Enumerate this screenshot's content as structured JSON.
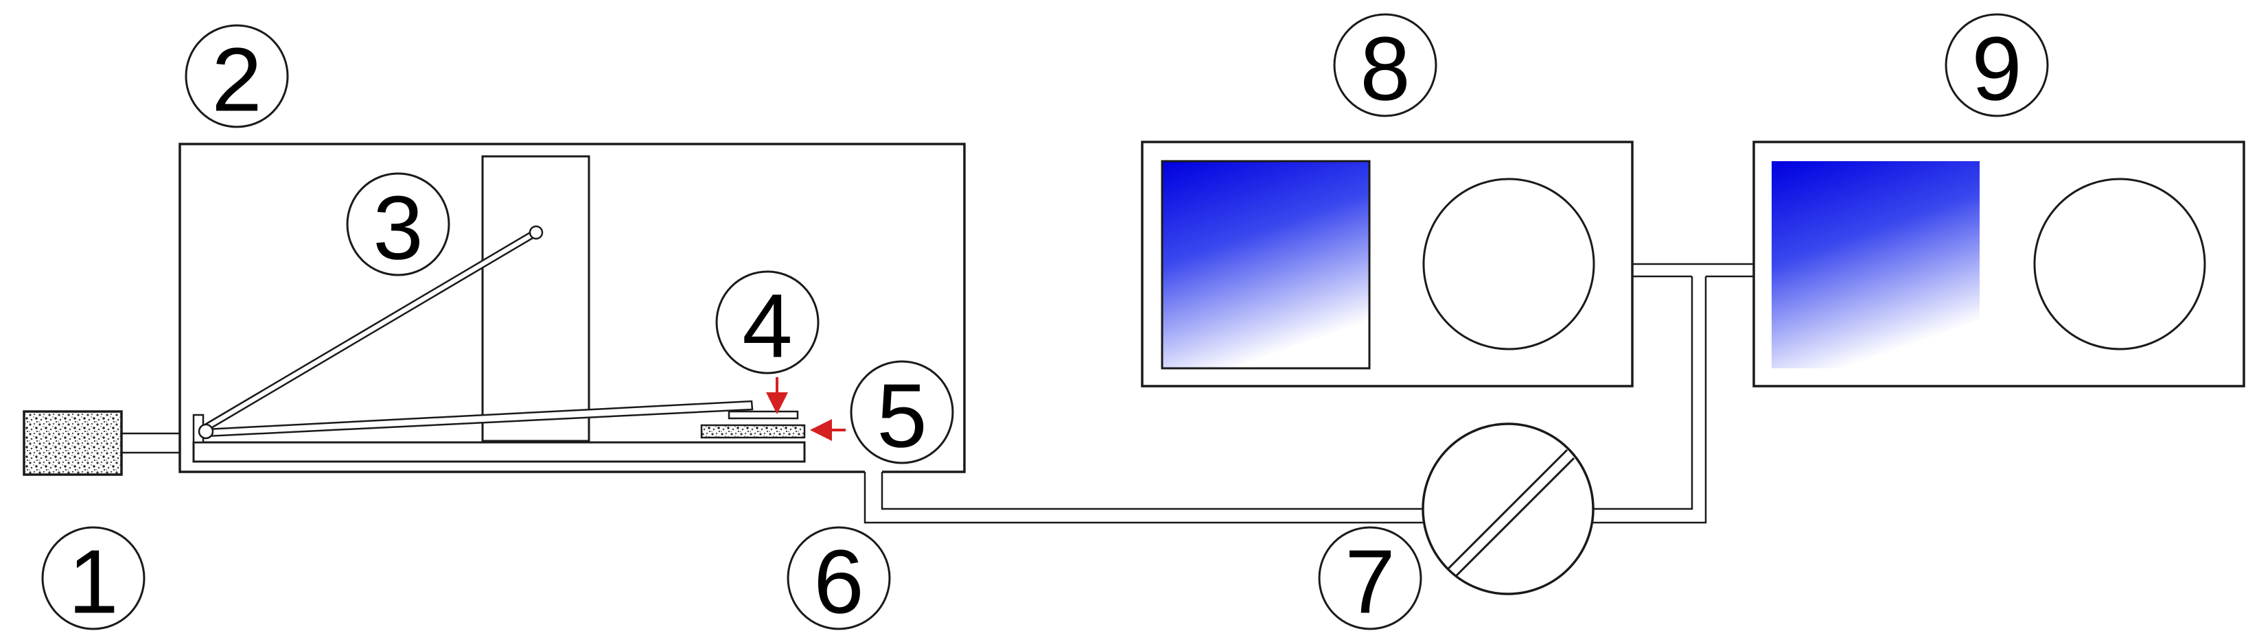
{
  "labels": {
    "l1": "1",
    "l2": "2",
    "l3": "3",
    "l4": "4",
    "l5": "5",
    "l6": "6",
    "l7": "7",
    "l8": "8",
    "l9": "9"
  },
  "colors": {
    "stroke": "#1a1a1a",
    "panel_top": "#0000e6",
    "panel_bottom": "#ffffff",
    "arrow": "#d42020",
    "porous": "#8a8a8a"
  }
}
